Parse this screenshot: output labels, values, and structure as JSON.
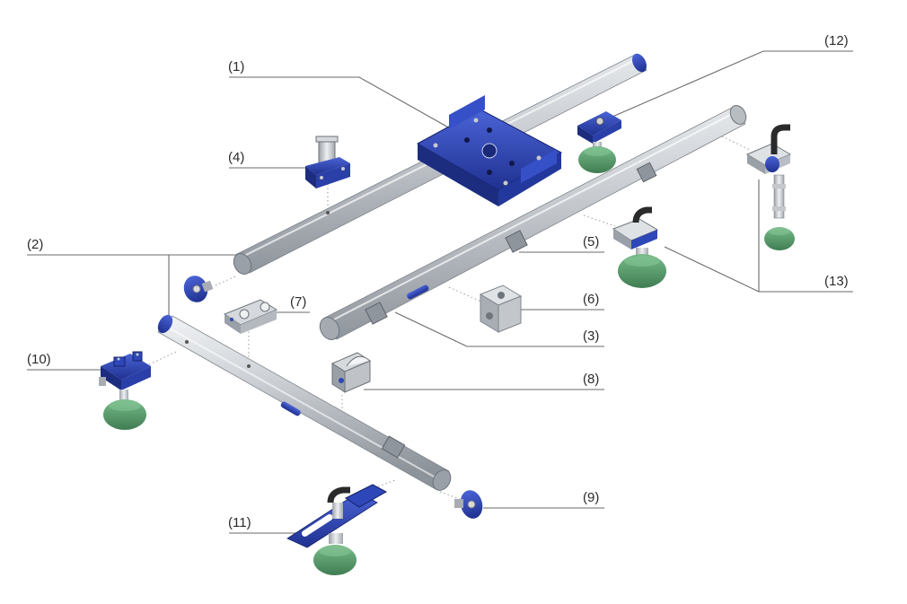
{
  "callouts": [
    {
      "id": "1",
      "text": "(1)"
    },
    {
      "id": "2",
      "text": "(2)"
    },
    {
      "id": "3",
      "text": "(3)"
    },
    {
      "id": "4",
      "text": "(4)"
    },
    {
      "id": "5",
      "text": "(5)"
    },
    {
      "id": "6",
      "text": "(6)"
    },
    {
      "id": "7",
      "text": "(7)"
    },
    {
      "id": "8",
      "text": "(8)"
    },
    {
      "id": "9",
      "text": "(9)"
    },
    {
      "id": "10",
      "text": "(10)"
    },
    {
      "id": "11",
      "text": "(11)"
    },
    {
      "id": "12",
      "text": "(12)"
    },
    {
      "id": "13",
      "text": "(13)"
    }
  ],
  "colors": {
    "aluminum_light": "#e4e7ea",
    "aluminum_mid": "#b9bec4",
    "aluminum_dark": "#8a9098",
    "blue": "#2e47b8",
    "blue_dark": "#1c2d80",
    "green": "#5ba06e",
    "green_dark": "#3f7d52",
    "steel": "#c7c9cc",
    "leader_line": "#6a6a6a",
    "label_text": "#2b2b2b"
  }
}
